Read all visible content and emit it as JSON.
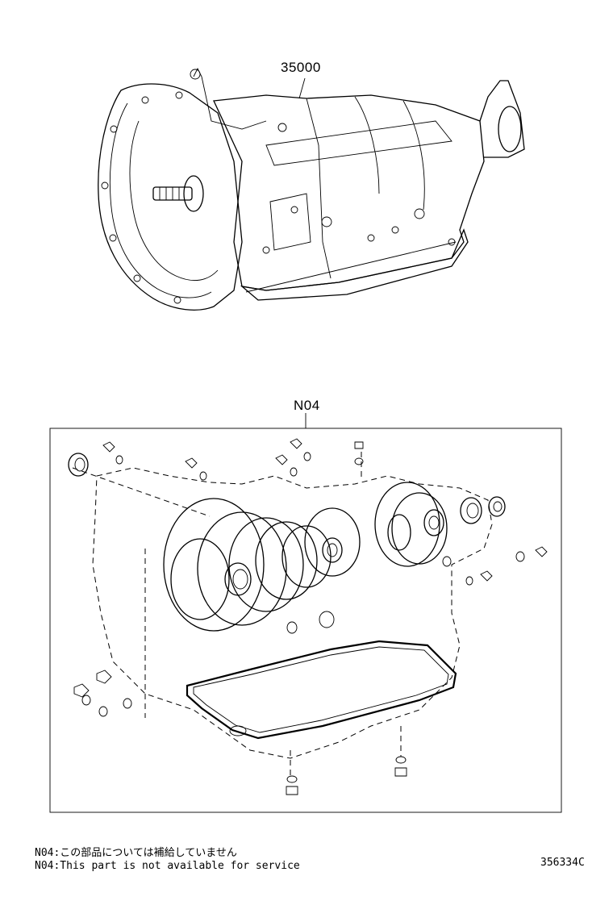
{
  "callouts": {
    "transmission": "35000",
    "gasket_kit": "N04"
  },
  "notes": {
    "line_jp": "N04:この部品については補給していません",
    "line_en": "N04:This part is not available for service"
  },
  "figure_id": "356334C"
}
